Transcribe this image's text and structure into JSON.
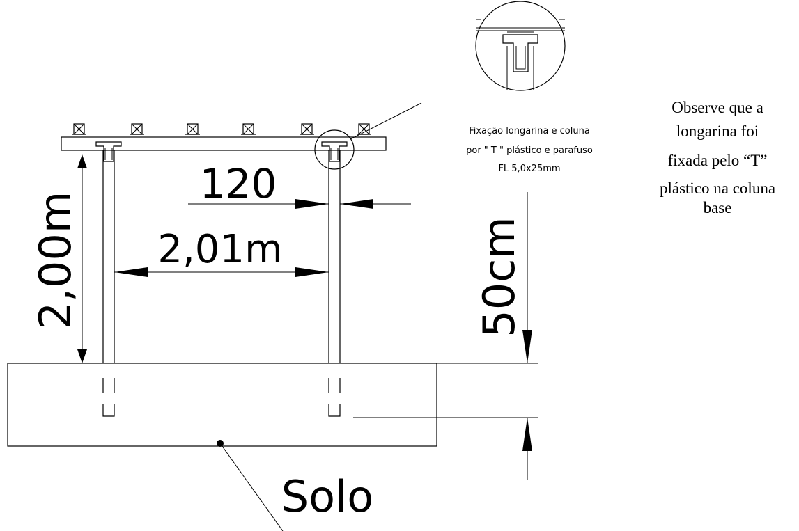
{
  "callout": {
    "line1": "Fixação longarina e coluna",
    "line2": "por \" T \" plástico e parafuso",
    "line3": "FL 5,0x25mm"
  },
  "note": {
    "line1": "Observe que a",
    "line2": "longarina foi",
    "line3": "fixada pelo “T”",
    "line4": "plástico na coluna",
    "line5": "base"
  },
  "dimensions": {
    "column_height": "2,00m",
    "column_spacing": "2,01m",
    "column_width": "120",
    "burial_depth": "50cm"
  },
  "labels": {
    "ground": "Solo"
  }
}
